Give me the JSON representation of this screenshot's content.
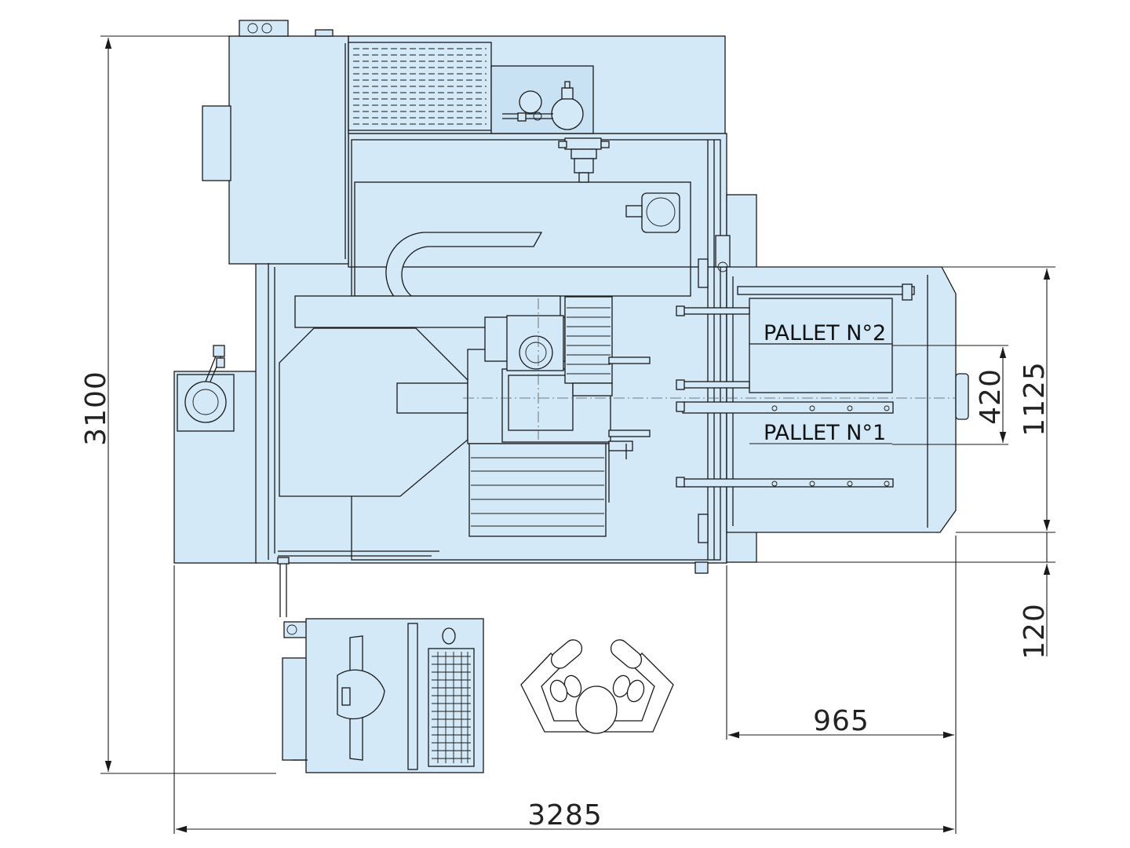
{
  "drawing": {
    "labels": {
      "pallet_2": "PALLET N°2",
      "pallet_1": "PALLET N°1"
    },
    "dimensions": {
      "total_depth": "3100",
      "total_width": "3285",
      "pallet_offset": "965",
      "pallet_height": "1125",
      "pallet_pitch": "420",
      "front_gap": "120"
    },
    "colors": {
      "fill": "#d4e9f7",
      "line": "#1a1a1a"
    }
  }
}
